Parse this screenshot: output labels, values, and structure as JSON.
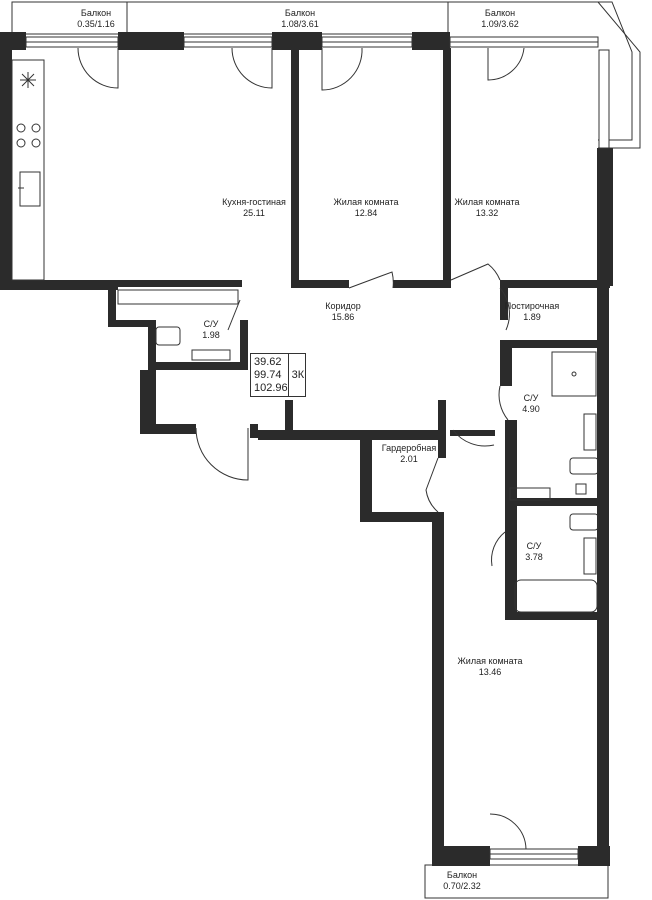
{
  "plan": {
    "balconies": [
      {
        "label": "Балкон",
        "area": "0.35/1.16"
      },
      {
        "label": "Балкон",
        "area": "1.08/3.61"
      },
      {
        "label": "Балкон",
        "area": "1.09/3.62"
      },
      {
        "label": "Балкон",
        "area": "0.70/2.32"
      }
    ],
    "rooms": {
      "kitchen": {
        "name": "Кухня-гостиная",
        "area": "25.11"
      },
      "bedroom1": {
        "name": "Жилая комната",
        "area": "12.84"
      },
      "bedroom2": {
        "name": "Жилая комната",
        "area": "13.32"
      },
      "corridor": {
        "name": "Коридор",
        "area": "15.86"
      },
      "laundry": {
        "name": "Постирочная",
        "area": "1.89"
      },
      "wc1": {
        "name": "С/У",
        "area": "1.98"
      },
      "wc2": {
        "name": "С/У",
        "area": "4.90"
      },
      "wardrobe": {
        "name": "Гардеробная",
        "area": "2.01"
      },
      "wc3": {
        "name": "С/У",
        "area": "3.78"
      },
      "bedroom3": {
        "name": "Жилая комната",
        "area": "13.46"
      }
    },
    "summary": {
      "living_area": "39.62",
      "total_area": "99.74",
      "total_with_balconies": "102.96",
      "type": "3К"
    },
    "colors": {
      "wall": "#2b2b2b",
      "line": "#333333"
    }
  }
}
